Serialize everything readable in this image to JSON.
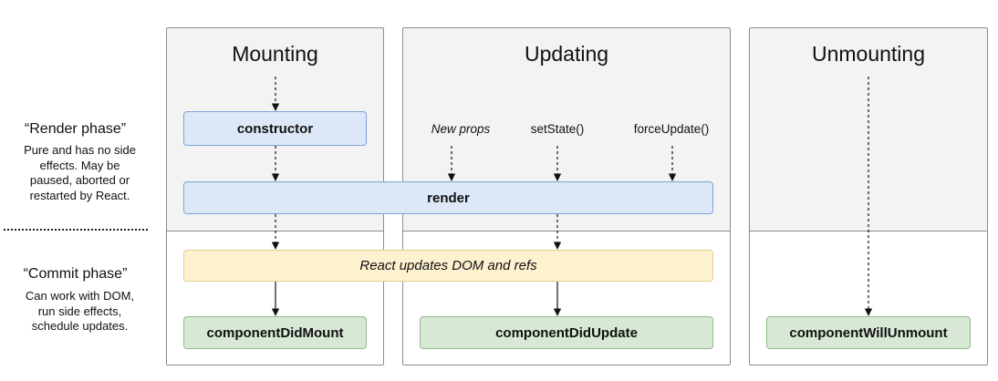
{
  "columns": {
    "mounting": "Mounting",
    "updating": "Updating",
    "unmounting": "Unmounting"
  },
  "phases": {
    "render": {
      "title": "“Render phase”",
      "description_lines": [
        "Pure and has no side",
        "effects. May be",
        "paused, aborted or",
        "restarted by React."
      ]
    },
    "commit": {
      "title": "“Commit phase”",
      "description_lines": [
        "Can work with DOM,",
        "run side effects,",
        "schedule updates."
      ]
    }
  },
  "triggers": {
    "new_props": "New props",
    "set_state": "setState()",
    "force_update": "forceUpdate()"
  },
  "boxes": {
    "constructor": "constructor",
    "render": "render",
    "react_updates": "React updates DOM and refs",
    "did_mount": "componentDidMount",
    "did_update": "componentDidUpdate",
    "will_unmount": "componentWillUnmount"
  },
  "colors": {
    "render_box": "#dce8f8",
    "render_border": "#7ea3d4",
    "commit_box": "#fdf1cf",
    "commit_border": "#e3cd8a",
    "lifecycle_box": "#d7e8d5",
    "lifecycle_border": "#8ebc87",
    "panel_top": "#f3f3f3",
    "panel_border": "#8c8c8c"
  }
}
